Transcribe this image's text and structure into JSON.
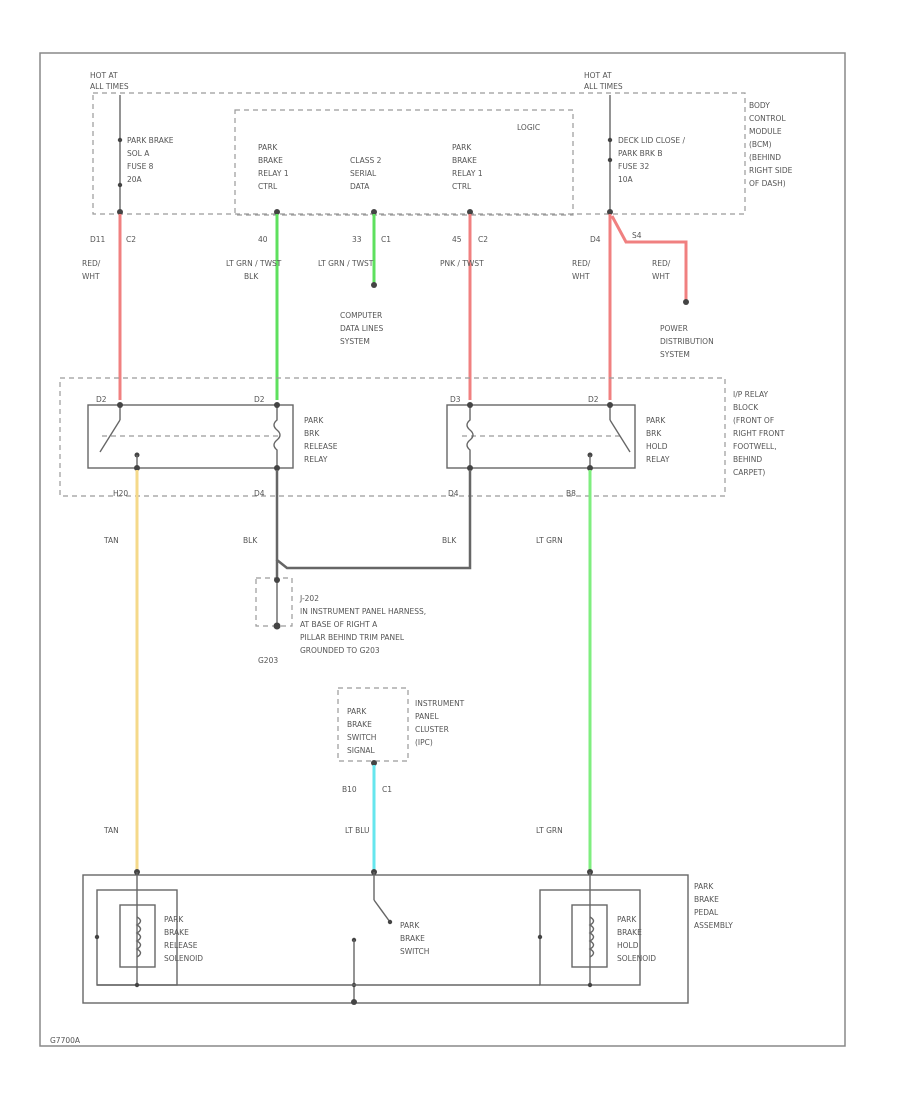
{
  "bcm": {
    "left_hot": [
      "HOT AT",
      "ALL TIMES"
    ],
    "right_hot": [
      "HOT AT",
      "ALL TIMES"
    ],
    "logic": "LOGIC",
    "name": [
      "BODY",
      "CONTROL",
      "MODULE",
      "(BCM)",
      "(BEHIND",
      "RIGHT SIDE",
      "OF DASH)"
    ],
    "fuse_left": [
      "PARK BRAKE",
      "SOL A",
      "FUSE 8",
      "20A"
    ],
    "fuse_right": [
      "DECK LID CLOSE /",
      "PARK BRK B",
      "FUSE 32",
      "10A"
    ],
    "relay1": [
      "PARK",
      "BRAKE",
      "RELAY 1",
      "CTRL"
    ],
    "class2": [
      "CLASS 2",
      "SERIAL",
      "DATA"
    ],
    "relay2": [
      "PARK",
      "BRAKE",
      "RELAY 1",
      "CTRL"
    ]
  },
  "wires": {
    "w1_pin": "D11",
    "w1_conn": "C2",
    "w1_color": [
      "RED/",
      "WHT"
    ],
    "w2_pin": "40",
    "w2_color": [
      "LT GRN / TWST",
      "BLK"
    ],
    "w3_pin": "33",
    "w3_conn": "C1",
    "w3_color": "LT GRN / TWST",
    "w4_pin": "45",
    "w4_conn": "C2",
    "w4_color": "PNK / TWST",
    "w5_pin": "D4",
    "w5_color": [
      "RED/",
      "WHT"
    ],
    "w6_pin": "S4",
    "w6_color": [
      "RED/",
      "WHT"
    ],
    "tan_pin": "H20",
    "tan": "TAN",
    "blk1_pin": "D4",
    "blk2_pin": "D4",
    "blk": "BLK",
    "ltgrn_pin": "B8",
    "ltgrn": "LT GRN",
    "ltblu_pin": "B10",
    "ltblu_conn": "C1",
    "ltblu": "LT BLU",
    "tan_bottom": "TAN",
    "ltgrn_bottom": "LT GRN"
  },
  "computer_data": [
    "COMPUTER",
    "DATA LINES",
    "SYSTEM"
  ],
  "power_dist": [
    "POWER",
    "DISTRIBUTION",
    "SYSTEM"
  ],
  "relay_block": {
    "name": [
      "I/P RELAY",
      "BLOCK",
      "(FRONT OF",
      "RIGHT FRONT",
      "FOOTWELL,",
      "BEHIND",
      "CARPET)"
    ],
    "release": [
      "PARK",
      "BRK",
      "RELEASE",
      "RELAY"
    ],
    "hold": [
      "PARK",
      "BRK",
      "HOLD",
      "RELAY"
    ],
    "pins": [
      "D2",
      "D2",
      "D3",
      "D2"
    ]
  },
  "splice": {
    "name": "J-202",
    "desc": [
      "IN INSTRUMENT PANEL HARNESS,",
      "AT BASE OF RIGHT A",
      "PILLAR BEHIND TRIM PANEL",
      "GROUNDED TO G203"
    ],
    "ground": "G203"
  },
  "cluster": {
    "name": [
      "INSTRUMENT",
      "PANEL",
      "CLUSTER",
      "(IPC)"
    ],
    "input": [
      "PARK",
      "BRAKE",
      "SWITCH",
      "SIGNAL"
    ]
  },
  "pedal": {
    "name": [
      "PARK",
      "BRAKE",
      "PEDAL",
      "ASSEMBLY"
    ],
    "release_sol": [
      "PARK",
      "BRAKE",
      "RELEASE",
      "SOLENOID"
    ],
    "switch": [
      "PARK",
      "BRAKE",
      "SWITCH"
    ],
    "hold_sol": [
      "PARK",
      "BRAKE",
      "HOLD",
      "SOLENOID"
    ]
  },
  "footer_code": "G7700A",
  "colors": {
    "red": "#f08080",
    "green": "#5ee05e",
    "cyan": "#66e6ee",
    "tan": "#f5d98a",
    "black": "#666666"
  }
}
